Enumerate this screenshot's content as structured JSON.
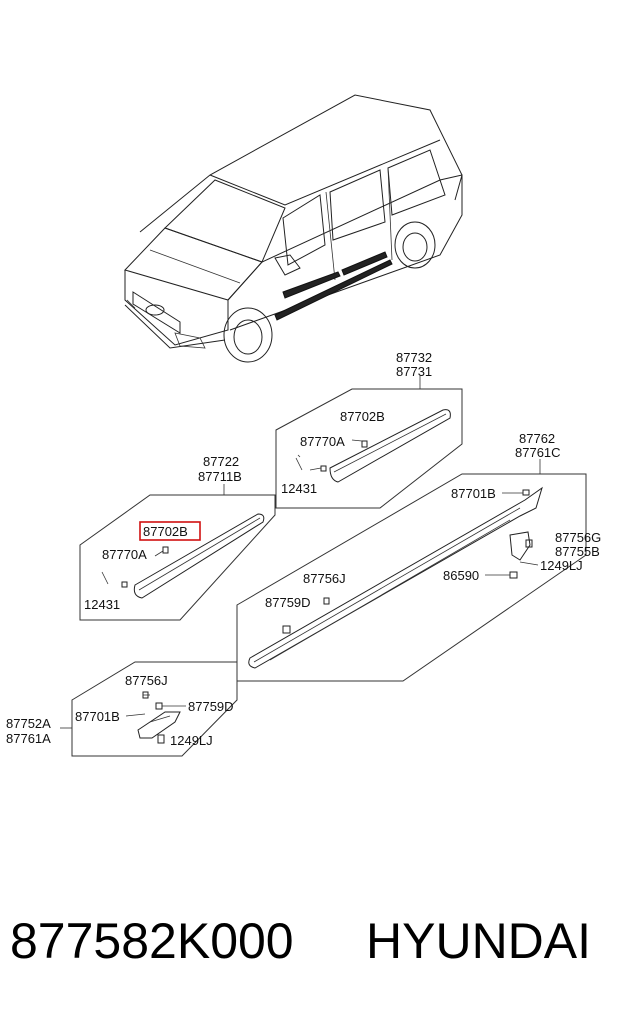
{
  "labels": {
    "top_panel": {
      "part_a": "87732",
      "part_b": "87731",
      "moulding": "87702B",
      "clip": "87770A",
      "screw": "12431"
    },
    "left_panel": {
      "part_a": "87722",
      "part_b": "87711B",
      "moulding": "87702B",
      "clip": "87770A",
      "screw": "12431"
    },
    "right_panel": {
      "part_a": "87762",
      "part_b": "87761C",
      "clip_b": "87701B",
      "bracket_g": "87756G",
      "bracket_b": "87755B",
      "nut": "86590",
      "bolt": "1249LJ",
      "clip_j": "87756J",
      "clip_d": "87759D"
    },
    "bottom_panel": {
      "clip_j": "87756J",
      "clip_b": "87701B",
      "clip_d": "87759D",
      "part_a": "87752A",
      "part_b": "87761A",
      "bolt": "1249LJ"
    }
  },
  "footer": {
    "part_number": "877582K000",
    "brand": "HYUNDAI"
  },
  "highlight_color": "#d01010"
}
